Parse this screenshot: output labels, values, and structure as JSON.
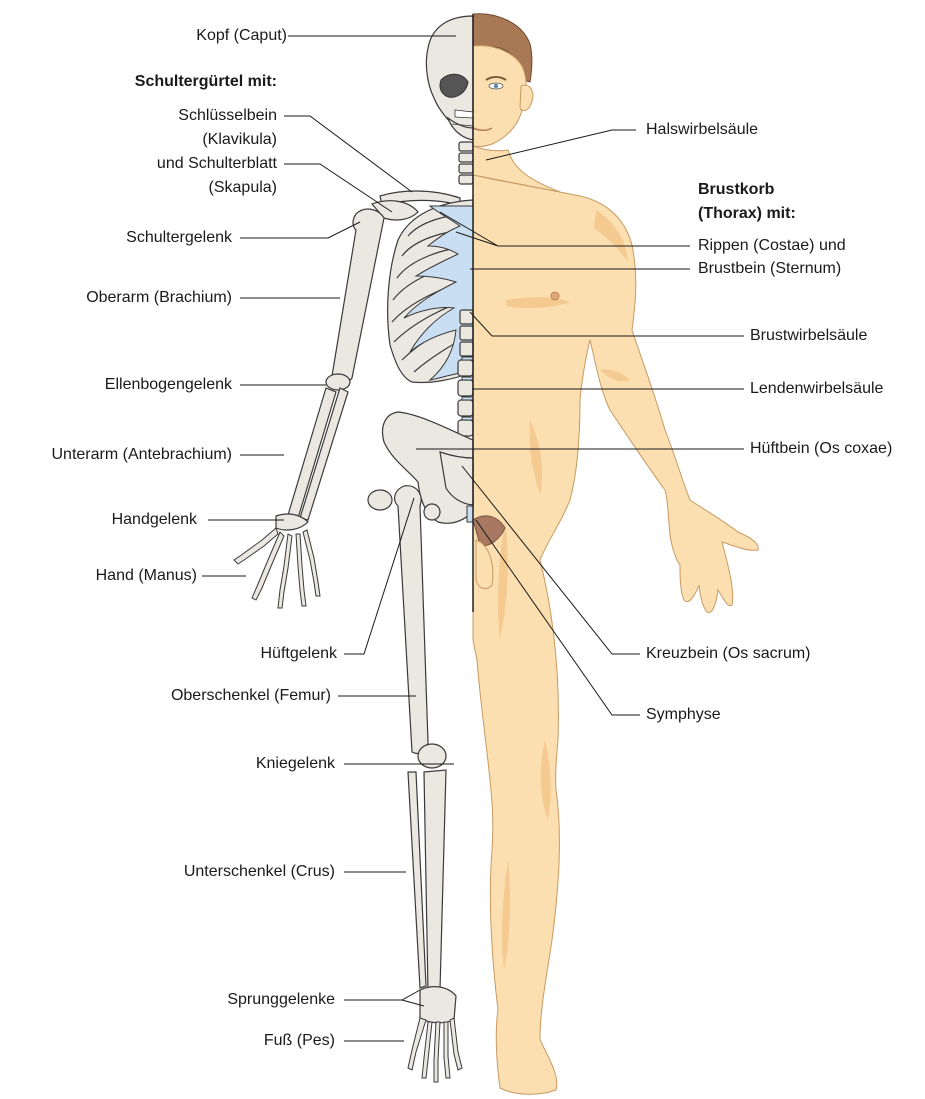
{
  "labels": {
    "kopf": "Kopf (Caput)",
    "schultergurtel": "Schultergürtel mit:",
    "schlussel_1": "Schlüsselbein",
    "schlussel_2": "(Klavikula)",
    "schulterblatt_1": "und Schulterblatt",
    "schulterblatt_2": "(Skapula)",
    "schultergelenk": "Schultergelenk",
    "oberarm": "Oberarm (Brachium)",
    "ellenbogen": "Ellenbogengelenk",
    "unterarm": "Unterarm (Antebrachium)",
    "handgelenk": "Handgelenk",
    "hand": "Hand (Manus)",
    "huftgelenk": "Hüftgelenk",
    "oberschenkel": "Oberschenkel (Femur)",
    "kniegelenk": "Kniegelenk",
    "unterschenkel": "Unterschenkel (Crus)",
    "sprunggelenke": "Sprunggelenke",
    "fuss": "Fuß (Pes)",
    "halswirbel": "Halswirbelsäule",
    "brustkorb_1": "Brustkorb",
    "brustkorb_2": "(Thorax) mit:",
    "rippen": "Rippen (Costae) und",
    "brustbein": "Brustbein (Sternum)",
    "brustwirbel": "Brustwirbelsäule",
    "lendenwirbel": "Lendenwirbelsäule",
    "huftbein": "Hüftbein (Os coxae)",
    "kreuzbein": "Kreuzbein (Os sacrum)",
    "symphyse": "Symphyse"
  },
  "colors": {
    "bone": "#ebe7e1",
    "bone_outline": "#3a3a3a",
    "cartilage": "#c9def2",
    "skin": "#fcdfb0",
    "skin_shade": "#f2c48a",
    "hair": "#a97855",
    "leader_line": "#1a1a1a"
  }
}
